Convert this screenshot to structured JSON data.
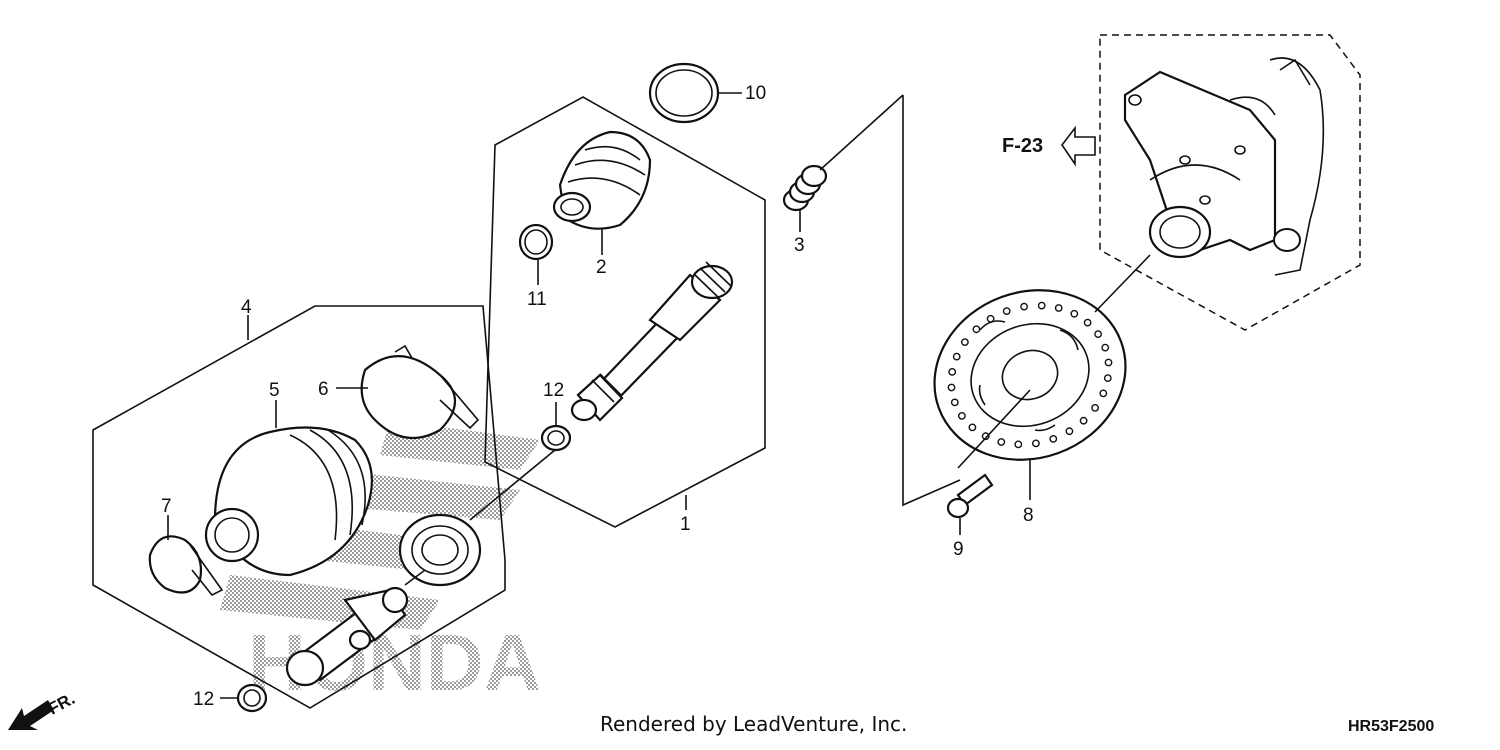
{
  "callouts": [
    {
      "id": "1",
      "label": "1"
    },
    {
      "id": "2",
      "label": "2"
    },
    {
      "id": "3",
      "label": "3"
    },
    {
      "id": "4",
      "label": "4"
    },
    {
      "id": "5",
      "label": "5"
    },
    {
      "id": "6",
      "label": "6"
    },
    {
      "id": "7",
      "label": "7"
    },
    {
      "id": "8",
      "label": "8"
    },
    {
      "id": "9",
      "label": "9"
    },
    {
      "id": "10",
      "label": "10"
    },
    {
      "id": "11",
      "label": "11"
    },
    {
      "id": "12a",
      "label": "12"
    },
    {
      "id": "12b",
      "label": "12"
    }
  ],
  "reference": "F-23",
  "direction": "FR.",
  "watermark": "HONDA",
  "credit": "Rendered by LeadVenture, Inc.",
  "diagram_code": "HR53F2500",
  "colors": {
    "line": "#111111",
    "watermark": "#b8b8b8",
    "background": "#ffffff"
  }
}
